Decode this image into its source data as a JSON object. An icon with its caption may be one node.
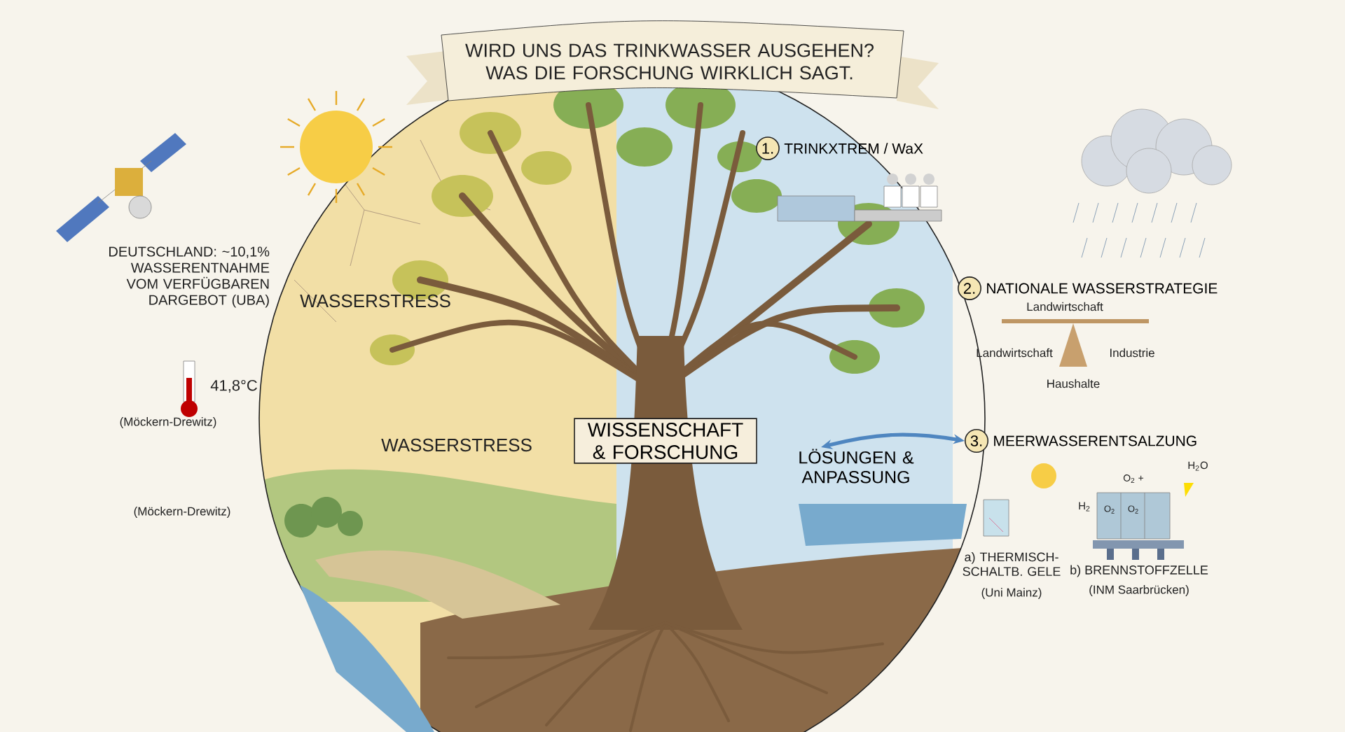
{
  "diagram": {
    "title": "WIRD UNS DAS TRINKWASSER AUSGEHEN? WAS DIE FORSCHUNG WIRKLICH SAGT.",
    "nodes": [
      {
        "text": [
          "WISSENSCHAFT & FORSCHUNG"
        ]
      },
      {
        "text": [
          "1."
        ],
        "beside": [
          "TRINKXTREM / WaX"
        ]
      },
      {
        "text": [
          "2."
        ],
        "beside": [
          "NATIONALE WASSERSTRATEGIE"
        ]
      },
      {
        "text": [
          "LÖSUNGEN & ANPASSUNG"
        ]
      },
      {
        "text": [
          "3."
        ],
        "beside": [
          "MEERWASSERENTSALZUNG"
        ]
      }
    ],
    "edges": [
      {
        "from": 3,
        "to": 4,
        "arrow": "both",
        "color": "#4f86c0"
      }
    ],
    "labels": [
      "WASSERSTRESS",
      "WASSERSTRESS",
      "DEUTSCHLAND: ~10,1% WASSERENTNAHME VOM VERFÜGBAREN DARGEBOT (UBA)",
      "41,8°C",
      "(Möckern-Drewitz)",
      "(Möckern-Drewitz)",
      "Landwirtschaft",
      "Landwirtschaft",
      "Industrie",
      "Haushalte",
      "a) THERMISCH-SCHALTB. GELE",
      "(Uni Mainz)",
      "b) BRENNSTOFFZELLE",
      "(INM Saarbrücken)",
      "H$_{2}$O",
      "H$_{2}$",
      "O$_{2}$ +",
      "O$_{2}$",
      "O$_{2}$"
    ]
  }
}
